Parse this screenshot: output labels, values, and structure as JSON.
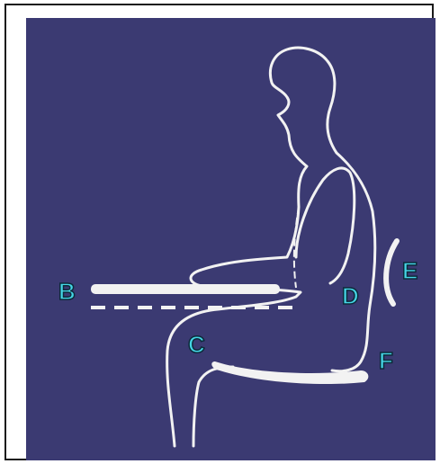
{
  "colors": {
    "panel_background": "#3b3a72",
    "outline": "#f2f2f2",
    "label_fill": "#45d6e6",
    "label_stroke": "#0d2a3a"
  },
  "labels": {
    "b": "B",
    "c": "C",
    "d": "D",
    "e": "E",
    "f": "F"
  }
}
